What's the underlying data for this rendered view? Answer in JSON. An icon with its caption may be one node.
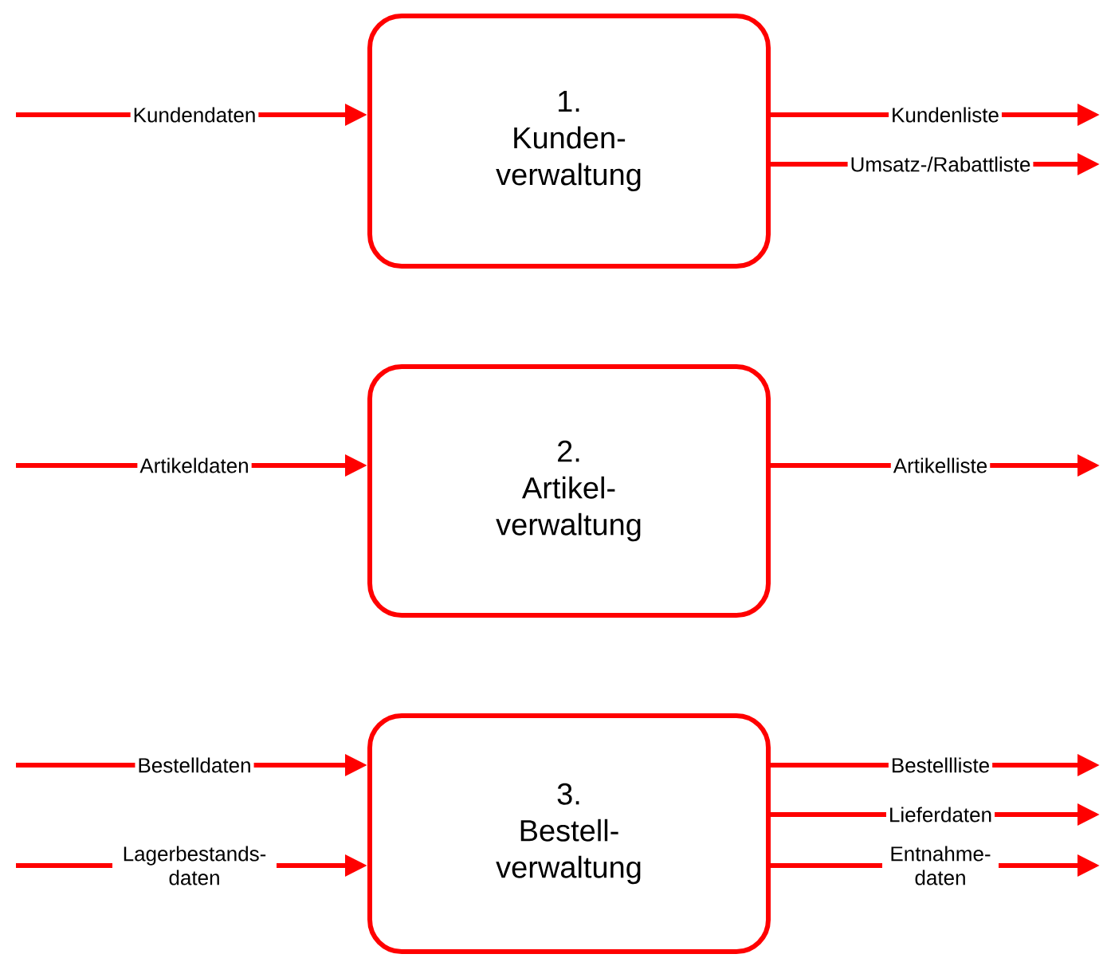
{
  "diagram": {
    "nodes": [
      {
        "text": [
          "1.",
          "Kunden-verwaltung"
        ]
      },
      {
        "text": [
          "2.",
          "Artikel-verwaltung"
        ]
      },
      {
        "text": [
          "3.",
          "Bestell-verwaltung"
        ]
      }
    ],
    "edges": [
      {
        "from": null,
        "to": 0,
        "arrow": "to",
        "label": "Kundendaten"
      },
      {
        "from": 0,
        "to": null,
        "arrow": "to",
        "label": "Kundenliste"
      },
      {
        "from": 0,
        "to": null,
        "arrow": "to",
        "label": "Umsatz-/Rabattliste"
      },
      {
        "from": null,
        "to": 1,
        "arrow": "to",
        "label": "Artikeldaten"
      },
      {
        "from": 1,
        "to": null,
        "arrow": "to",
        "label": "Artikelliste"
      },
      {
        "from": null,
        "to": 2,
        "arrow": "to",
        "label": "Bestelldaten"
      },
      {
        "from": null,
        "to": 2,
        "arrow": "to",
        "label": "Lagerbestands-daten"
      },
      {
        "from": 2,
        "to": null,
        "arrow": "to",
        "label": "Bestellliste"
      },
      {
        "from": 2,
        "to": null,
        "arrow": "to",
        "label": "Lieferdaten"
      },
      {
        "from": 2,
        "to": null,
        "arrow": "to",
        "label": "Entnahme-daten"
      }
    ]
  }
}
